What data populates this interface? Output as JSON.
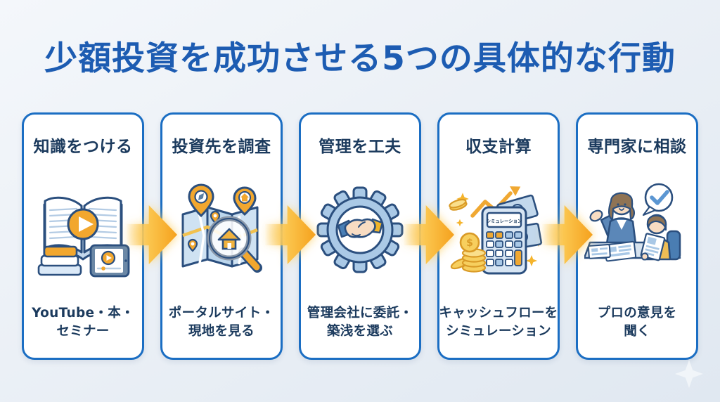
{
  "title": "少額投資を成功させる5つの具体的な行動",
  "colors": {
    "title_blue": "#1d5cb2",
    "card_border_blue": "#1b6ec3",
    "text_navy": "#1b3a5d",
    "arrow_orange": "#f5a11d",
    "icon_orange": "#f0a832",
    "icon_light_blue": "#aac9e6",
    "background": "#e9eef5"
  },
  "cards": [
    {
      "title": "知識をつける",
      "icon": "book-video-learning-icon",
      "caption_line1": "YouTube・本・",
      "caption_line2": "セミナー"
    },
    {
      "title": "投資先を調査",
      "icon": "map-search-icon",
      "caption_line1": "ポータルサイト・",
      "caption_line2": "現地を見る"
    },
    {
      "title": "管理を工夫",
      "icon": "gear-handshake-icon",
      "caption_line1": "管理会社に委託・",
      "caption_line2": "築浅を選ぶ"
    },
    {
      "title": "収支計算",
      "icon": "calculator-cashflow-icon",
      "caption_line1": "キャッシュフローを",
      "caption_line2": "シミュレーション"
    },
    {
      "title": "専門家に相談",
      "icon": "consultation-icon",
      "caption_line1": "プロの意見を",
      "caption_line2": "聞く"
    }
  ],
  "calculator_display": "シミュレーション",
  "arrow_count": 4
}
